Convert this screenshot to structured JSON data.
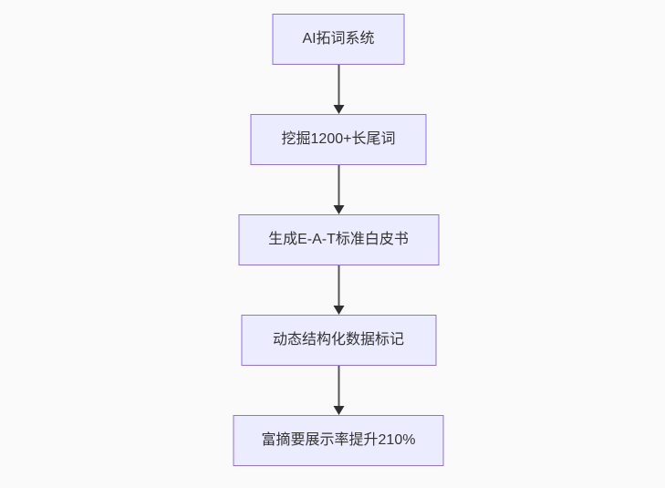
{
  "flowchart": {
    "type": "top-down-flowchart",
    "nodes": [
      {
        "label": "AI拓词系统"
      },
      {
        "label": "挖掘1200+长尾词"
      },
      {
        "label": "生成E-A-T标准白皮书"
      },
      {
        "label": "动态结构化数据标记"
      },
      {
        "label": "富摘要展示率提升210%"
      }
    ],
    "edges": [
      {
        "from": 0,
        "to": 1
      },
      {
        "from": 1,
        "to": 2
      },
      {
        "from": 2,
        "to": 3
      },
      {
        "from": 3,
        "to": 4
      }
    ],
    "colors": {
      "background": "#FAFAFA",
      "node_fill": "#ECECFF",
      "node_border": "#9370DB",
      "node_text": "#333333",
      "edge_line": "#555555",
      "arrowhead": "#2F2F2F"
    }
  }
}
